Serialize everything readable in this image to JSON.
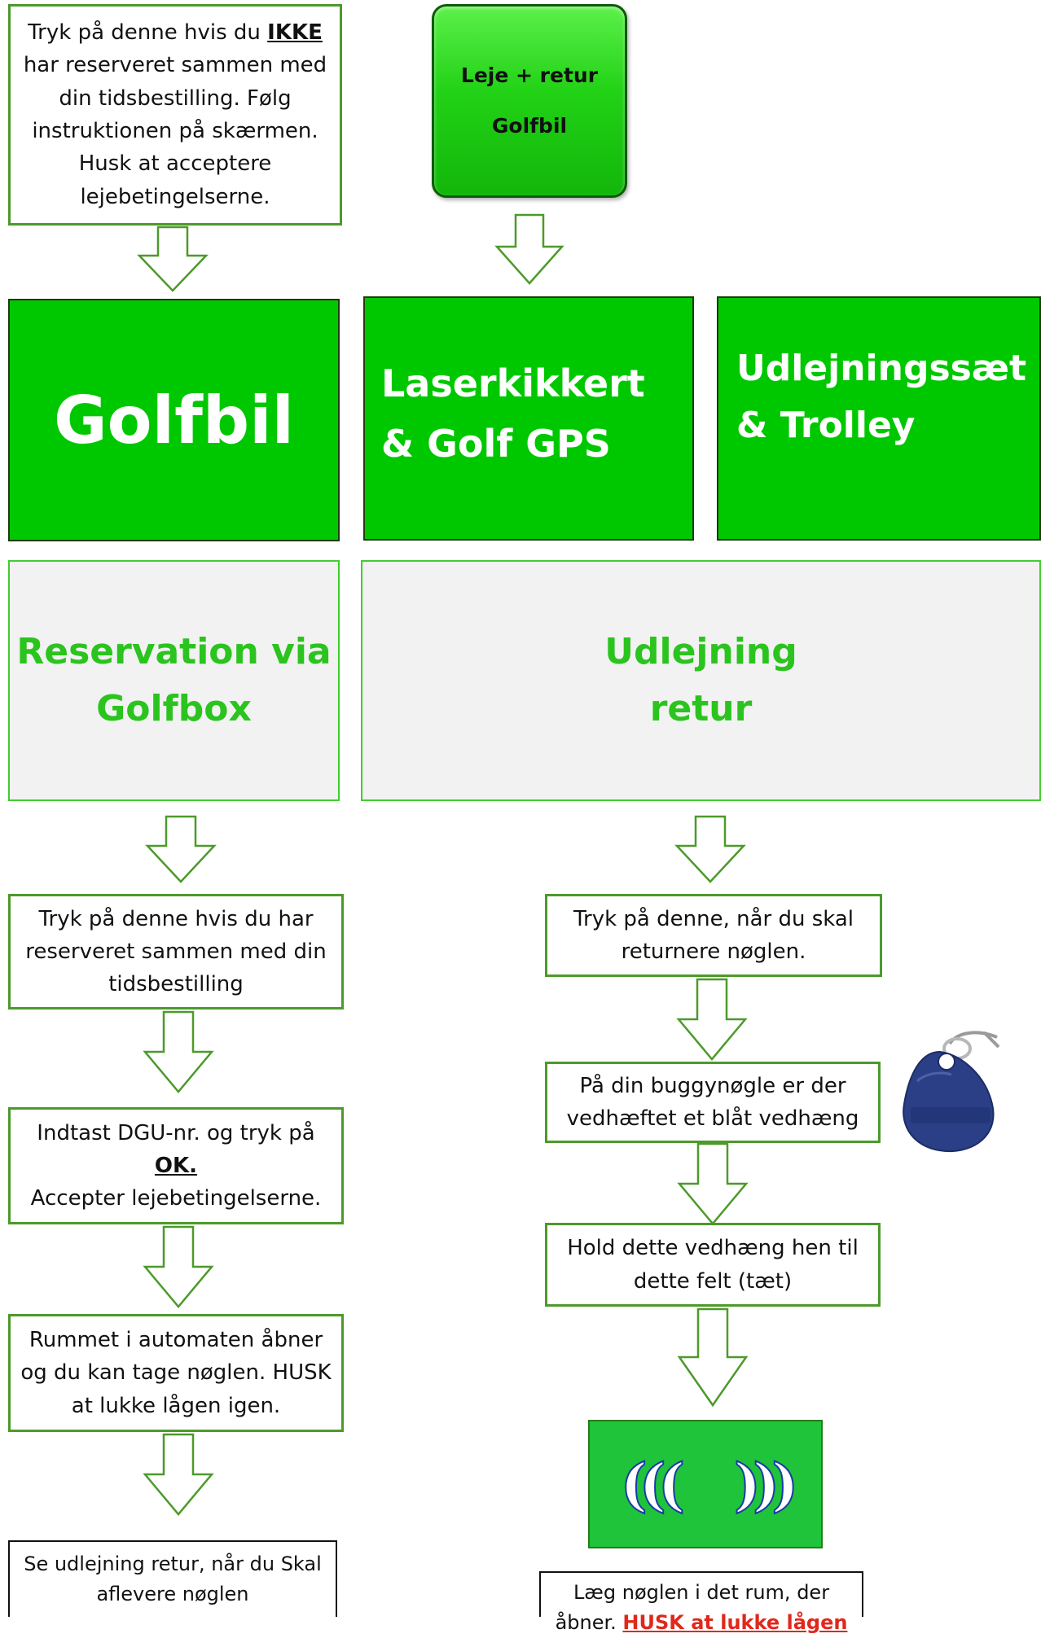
{
  "notes": {
    "top_left_a": "Tryk på denne hvis du ",
    "top_left_em": "IKKE",
    "top_left_b": " har reserveret sammen med din tidsbestilling. Følg instruktionen på skærmen. Husk at acceptere lejebetingelserne.",
    "reserved": "Tryk på denne hvis du har reserveret sammen med din tidsbestilling",
    "dgu_a": "Indtast DGU-nr. og tryk på",
    "dgu_ok": "OK.",
    "dgu_b": "Accepter lejebetingelserne.",
    "rummet": "Rummet i automaten åbner og du kan tage nøglen. HUSK at lukke lågen igen.",
    "se_udlejning": "Se udlejning retur, når du Skal aflevere nøglen",
    "return_key": "Tryk på denne, når du skal returnere nøglen.",
    "buggy_key": "På din buggynøgle er der vedhæftet et blåt vedhæng",
    "hold": "Hold dette vedhæng hen til dette felt (tæt)",
    "laeg_a": "Læg nøglen i det rum, der åbner. ",
    "laeg_red": "HUSK at lukke lågen"
  },
  "button": {
    "line1": "Leje + retur",
    "line2": "Golfbil"
  },
  "tiles": {
    "golfbil": "Golfbil",
    "laser": "Laserkikkert & Golf GPS",
    "udlejningssaet": "Udlejningssæt & Trolley"
  },
  "panels": {
    "reservation_1": "Reservation via",
    "reservation_2": "Golfbox",
    "udlejning_1": "Udlejning",
    "udlejning_2": "retur"
  },
  "nfc": {
    "left": "(((",
    "right": ")))"
  },
  "colors": {
    "green": "#00c800",
    "panel_border": "#3fce2e",
    "arrow": "#4c9a2a",
    "fob": "#2b3f86"
  }
}
